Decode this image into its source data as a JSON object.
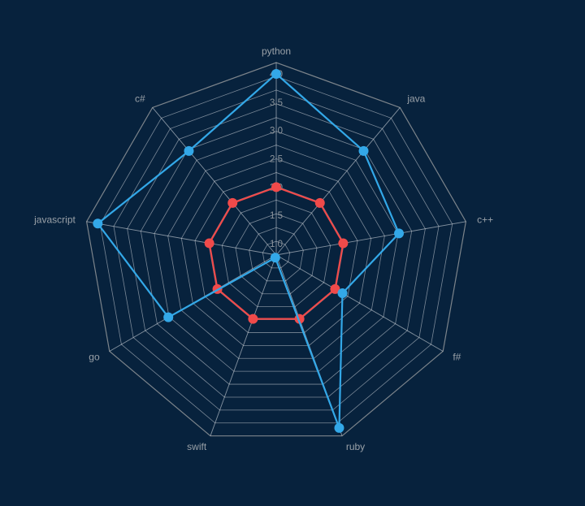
{
  "chart_data": {
    "type": "radar",
    "title": "",
    "axes": [
      "python",
      "java",
      "c++",
      "f#",
      "ruby",
      "swift",
      "go",
      "javascript",
      "c#"
    ],
    "rlim": [
      0.8,
      4.2
    ],
    "tick_values": [
      1.0,
      1.5,
      2.0,
      2.5,
      3.0,
      3.5,
      4.0
    ],
    "tick_labels": [
      "1.0",
      "1.5",
      "2.0",
      "2.5",
      "3.0",
      "3.5",
      "4.0"
    ],
    "grid": true,
    "grid_rings": 14,
    "legend": "none",
    "series": [
      {
        "color": "#f04a4a",
        "values": [
          2.0,
          2.0,
          2.0,
          2.0,
          2.0,
          2.0,
          2.0,
          2.0,
          2.0
        ]
      },
      {
        "color": "#33a8e8",
        "values": [
          4.0,
          3.2,
          3.0,
          2.15,
          4.05,
          0.85,
          3.0,
          4.0,
          3.2
        ]
      }
    ],
    "colors": {
      "background": "#07223d",
      "grid": "#d8dde2",
      "outer_frame": "#8a8f94",
      "text": "#9aa1a8"
    }
  }
}
